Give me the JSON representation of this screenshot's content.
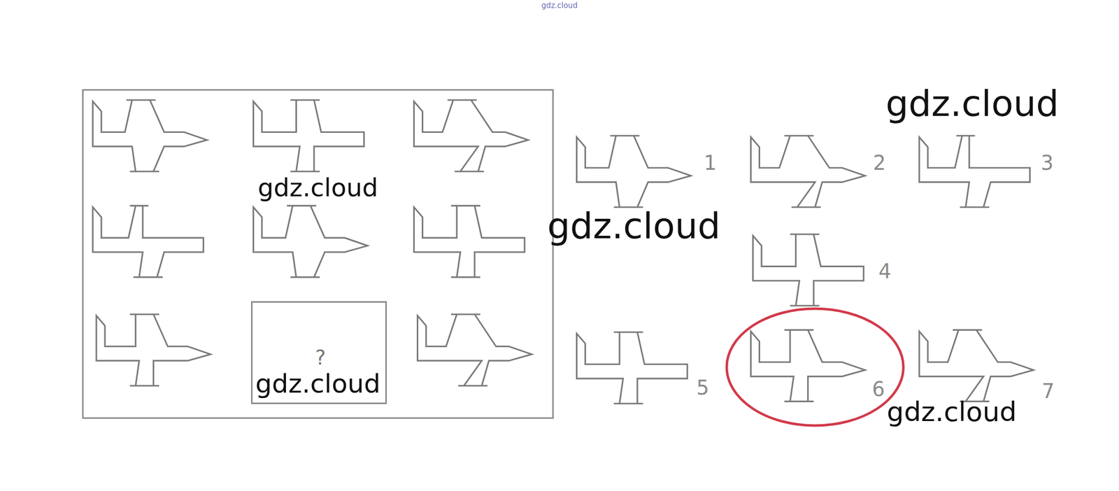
{
  "diagram": {
    "nodes": [
      {
        "text": [
          "?"
        ]
      }
    ],
    "labels": [
      "gdz.cloud",
      "gdz.cloud",
      "gdz.cloud",
      "gdz.cloud",
      "1",
      "2",
      "3",
      "4",
      "gdz.cloud",
      "5",
      "6",
      "7",
      "gdz.cloud"
    ]
  }
}
